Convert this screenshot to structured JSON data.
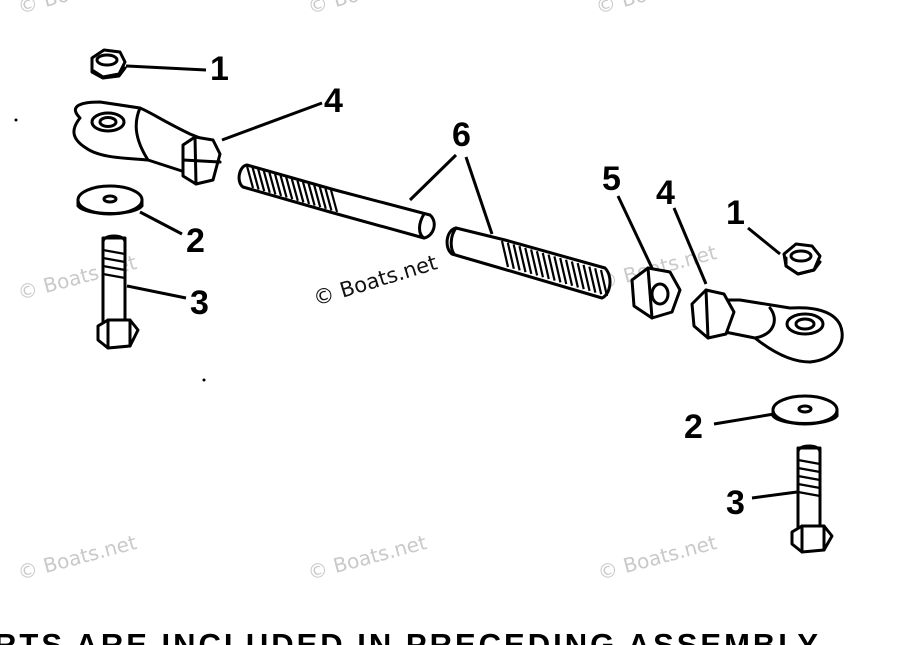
{
  "callouts": {
    "nut_left": "1",
    "washer_left": "2",
    "bolt_left": "3",
    "rod_end_left": "4",
    "rod": "6",
    "jam_nut": "5",
    "rod_end_right": "4",
    "nut_right": "1",
    "washer_right": "2",
    "bolt_right": "3"
  },
  "watermark": {
    "main": "© Boats.net",
    "faint": "© Boats.net"
  },
  "footer_text": "RTS ARE INCLUDED IN PRECEDING ASSEMBLY",
  "colors": {
    "ink": "#000000",
    "paper": "#ffffff",
    "watermark": "#c9c9c9"
  }
}
